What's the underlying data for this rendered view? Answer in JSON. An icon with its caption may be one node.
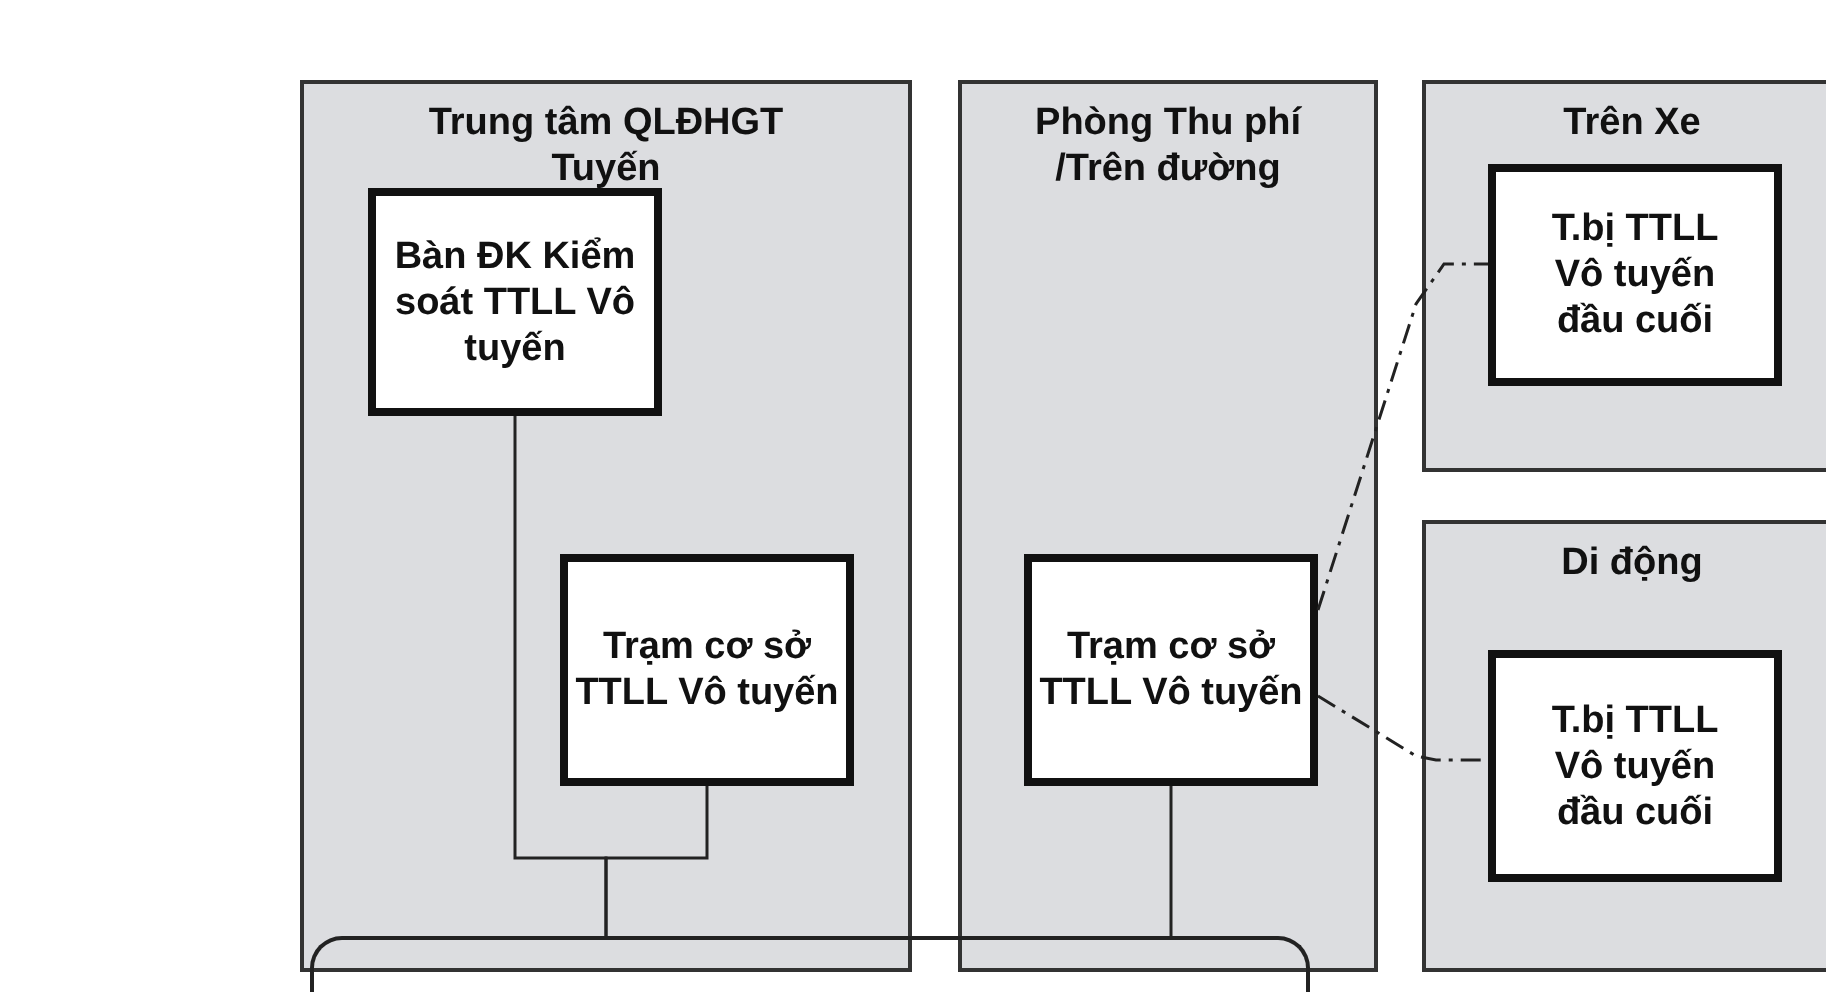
{
  "diagram": {
    "nodes": [
      {
        "text": [
          "Trung tâm QLĐHGT Tuyến"
        ]
      },
      {
        "text": [
          "Bàn ĐK Kiểm soát TTLL Vô tuyến"
        ],
        "in": 0
      },
      {
        "text": [
          "Trạm cơ sở TTLL Vô tuyến"
        ],
        "in": 0
      },
      {
        "text": [
          "Phòng Thu phí /Trên đường"
        ]
      },
      {
        "text": [
          "Trạm cơ sở TTLL Vô tuyến"
        ],
        "in": 3
      },
      {
        "text": [
          "Trên Xe"
        ]
      },
      {
        "text": [
          "T.bị TTLL Vô tuyến đầu cuối"
        ],
        "in": 5
      },
      {
        "text": [
          "Di động"
        ]
      },
      {
        "text": [
          "T.bị TTLL Vô tuyến đầu cuối"
        ],
        "in": 7
      },
      {
        "text": [],
        "shape": "bar"
      }
    ],
    "edges": [
      {
        "from": 1,
        "to": 9,
        "arrow": "none"
      },
      {
        "from": 2,
        "to": 9,
        "arrow": "none"
      },
      {
        "from": 4,
        "to": 9,
        "arrow": "none"
      },
      {
        "from": 4,
        "to": 6,
        "arrow": "none",
        "style": "dashed"
      },
      {
        "from": 4,
        "to": 8,
        "arrow": "none",
        "style": "dashed"
      }
    ]
  }
}
